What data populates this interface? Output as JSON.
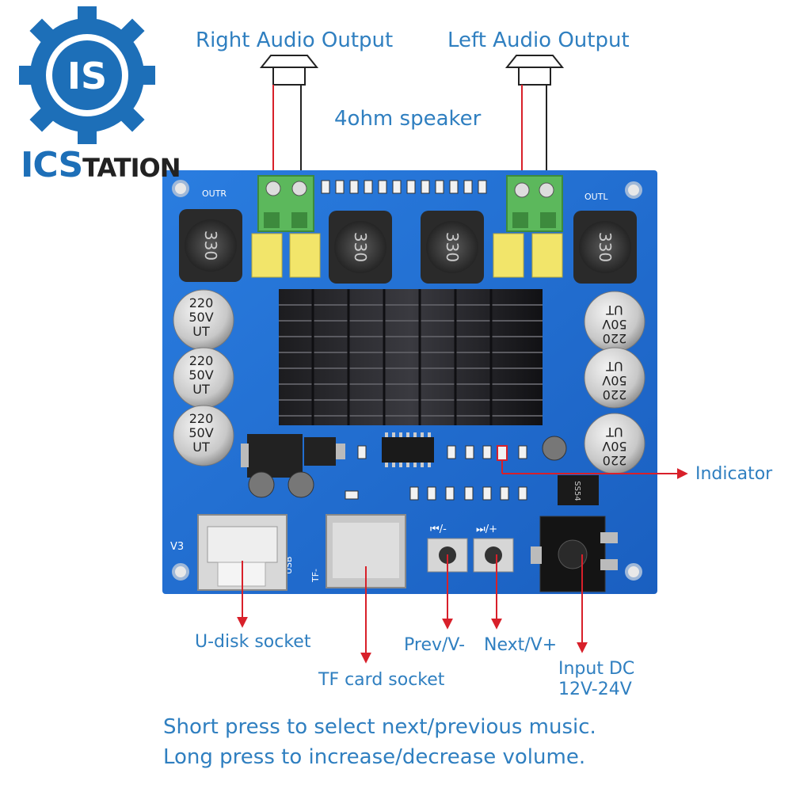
{
  "brand": {
    "logo_mark": "IS",
    "logo_prefix": "ICS",
    "logo_suffix": "TATION"
  },
  "colors": {
    "label_blue": "#2f7fc0",
    "board_blue": "#1f6fd0",
    "arrow_red": "#d8202a",
    "logo_blue": "#1d6fb8"
  },
  "labels": {
    "right_audio": "Right Audio Output",
    "left_audio": "Left Audio Output",
    "speaker": "4ohm speaker",
    "indicator": "Indicator",
    "udisk": "U-disk socket",
    "tf_card": "TF card socket",
    "prev": "Prev/V-",
    "next": "Next/V+",
    "input_dc_1": "Input DC",
    "input_dc_2": "12V-24V"
  },
  "board": {
    "silk_outr": "OUTR",
    "silk_outl": "OUTL",
    "silk_v3": "V3",
    "silk_usb": "USB",
    "silk_tf": "TF-",
    "btn_prev": "⏮/-",
    "btn_next": "⏭/+",
    "inductor_mark": "330",
    "cap_lines": [
      "220",
      "50V",
      "UT"
    ],
    "diode_mark": "SS54"
  },
  "notes": {
    "line1": "Short press to select next/previous music.",
    "line2": "Long press to increase/decrease volume."
  }
}
